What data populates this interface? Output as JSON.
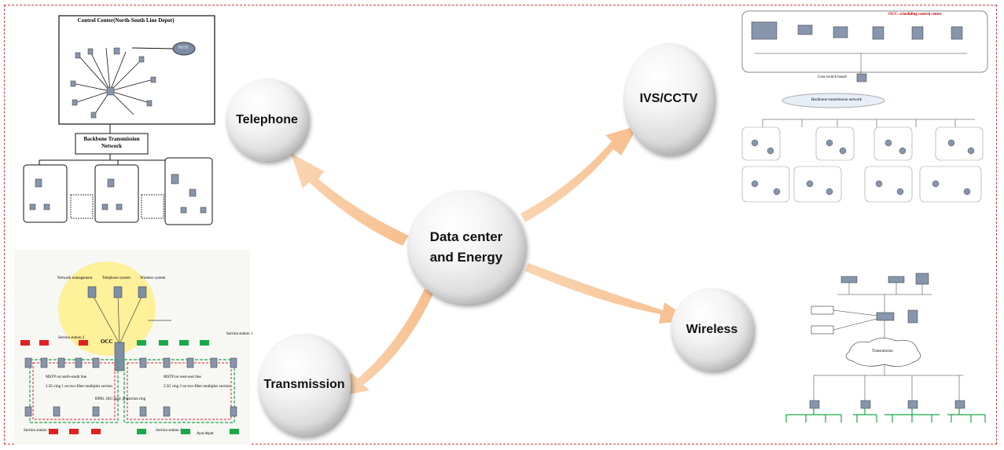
{
  "center": {
    "line1": "Data center",
    "line2": "and  Energy"
  },
  "nodes": {
    "telephone": "Telephone",
    "ivs_cctv": "IVS/CCTV",
    "wireless": "Wireless",
    "transmission": "Transmission"
  },
  "telephone_diagram": {
    "control_center": "Control Center(North-South Line Depot)",
    "pstn": "PSTN",
    "backbone": "Backbone Transmission Network"
  },
  "transmission_diagram": {
    "network_management": "Network management",
    "telephone_system": "Telephone system",
    "wireless_system": "Wireless system",
    "occ": "OCC",
    "section_station_2": "Section station 2",
    "section_station_1_right": "Section station 1",
    "section_station_1_left": "Section station 1",
    "section_station_2_bottom": "Section station 2",
    "mstp_ns_line": "MSTP on north-south line",
    "ring_ns": "2.5G ring 1 on two-fiber multiplex section",
    "mstp_ew_line": "MSTP on west-east line",
    "ring_ew": "2.5G ring 2 on two-fiber multiplex section",
    "rpr": "RPR1 2SG logic protection ring",
    "ayat_depot": "Ayat depot"
  },
  "cctv_diagram": {
    "title": "OCC: scheduling control centre",
    "core_switch": "Core switch board",
    "backbone": "Backbone transmission network"
  },
  "wireless_diagram": {
    "transmission": "Transmission"
  },
  "colors": {
    "arrow": "#f8c9a0",
    "frame": "#d23a3a",
    "ring_green": "#1aa84a",
    "ring_red": "#e02020",
    "highlight": "#fff09a"
  }
}
